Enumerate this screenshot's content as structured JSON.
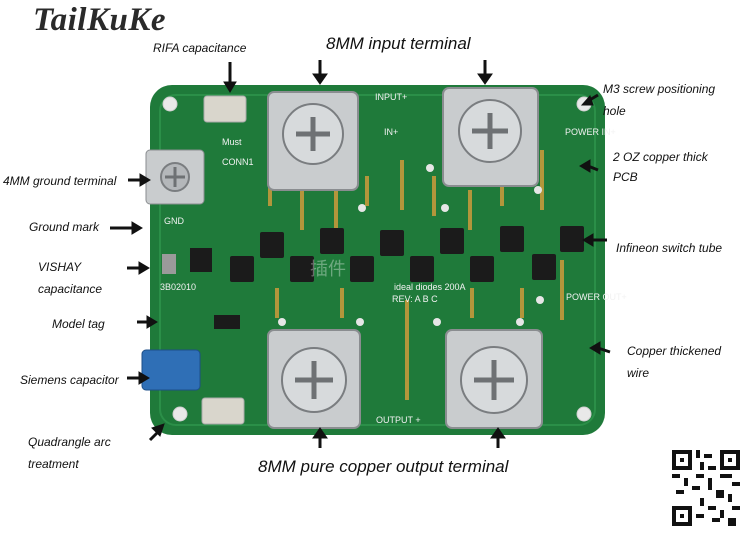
{
  "brand": "TailKuKe",
  "watermark": "插件",
  "pcb_silkscreen": {
    "input": "INPUT+",
    "in_plus": "IN+",
    "power_in": "POWER IN+",
    "power_out": "POWER OUT+",
    "output": "OUTPUT +",
    "conn": "CONN1",
    "gnd": "GND",
    "model": "3B02010",
    "rev": "ideal diodes 200A",
    "rev_line": "REV: A B C",
    "must": "Must"
  },
  "callouts": {
    "rifa": "RIFA capacitance",
    "input_terminal": "8MM input terminal",
    "m3_hole_1": "M3 screw positioning",
    "m3_hole_2": "hole",
    "copper_pcb_1": "2 OZ copper thick",
    "copper_pcb_2": "PCB",
    "ground_terminal": "4MM ground terminal",
    "ground_mark": "Ground mark",
    "infineon": "Infineon switch tube",
    "vishay_1": "VISHAY",
    "vishay_2": "capacitance",
    "model_tag": "Model tag",
    "copper_wire_1": "Copper thickened",
    "copper_wire_2": "wire",
    "siemens": "Siemens capacitor",
    "quadrangle_1": "Quadrangle arc",
    "quadrangle_2": "treatment",
    "output_terminal": "8MM pure copper output terminal"
  },
  "colors": {
    "pcb_green": "#1f7a3a",
    "pcb_dark": "#165d2b",
    "terminal_silver": "#c9ccce",
    "mosfet_black": "#1b1b1b",
    "cap_blue": "#2f6fb6"
  }
}
